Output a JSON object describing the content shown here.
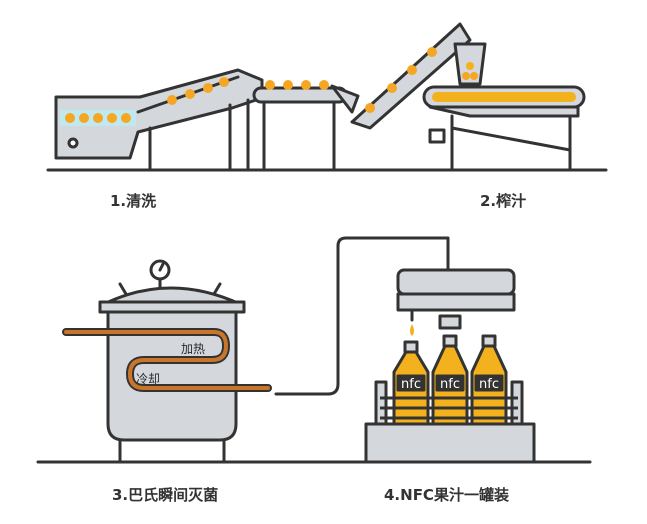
{
  "steps": {
    "wash": "1.清洗",
    "press": "2.榨汁",
    "pasteurize": "3.巴氏瞬间灭菌",
    "fill": "4.NFC果汁一罐装"
  },
  "tank": {
    "heating_label": "加热",
    "cooling_label": "冷却"
  },
  "bottles": {
    "label": "nfc"
  },
  "colors": {
    "line": "#333333",
    "metal": "#d4d8dc",
    "orange": "#f5a623",
    "juice": "#f3b21d",
    "water": "#bfe9ef",
    "pipe": "#c9762a",
    "white": "#ffffff"
  }
}
